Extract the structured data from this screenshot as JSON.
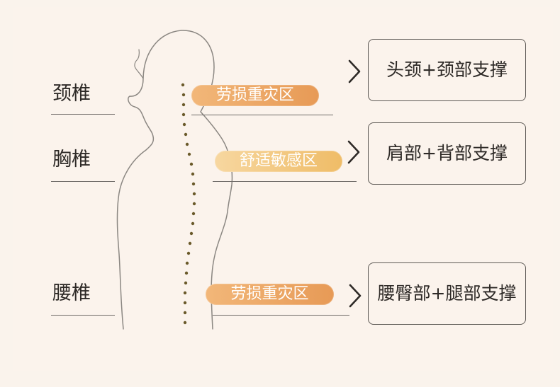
{
  "left_labels": [
    {
      "text": "颈椎"
    },
    {
      "text": "胸椎"
    },
    {
      "text": "腰椎"
    }
  ],
  "zone_tags": [
    {
      "text": "劳损重灾区",
      "kind": "strain"
    },
    {
      "text": "舒适敏感区",
      "kind": "comfort"
    },
    {
      "text": "劳损重灾区",
      "kind": "strain"
    }
  ],
  "support_boxes": [
    {
      "text": "头颈+颈部支撑"
    },
    {
      "text": "肩部+背部支撑"
    },
    {
      "text": "腰臀部+腿部支撑"
    }
  ],
  "colors": {
    "background": "#faf3ec",
    "outline": "#8b8782",
    "strain_tag": "#e79a56",
    "comfort_tag": "#efbc67",
    "spine_dots": "#6a5a2a",
    "text": "#2e2a27"
  },
  "icons": {
    "arrow": "chevron-right-icon",
    "figure": "body-silhouette-icon",
    "spine": "spine-dots-icon"
  }
}
